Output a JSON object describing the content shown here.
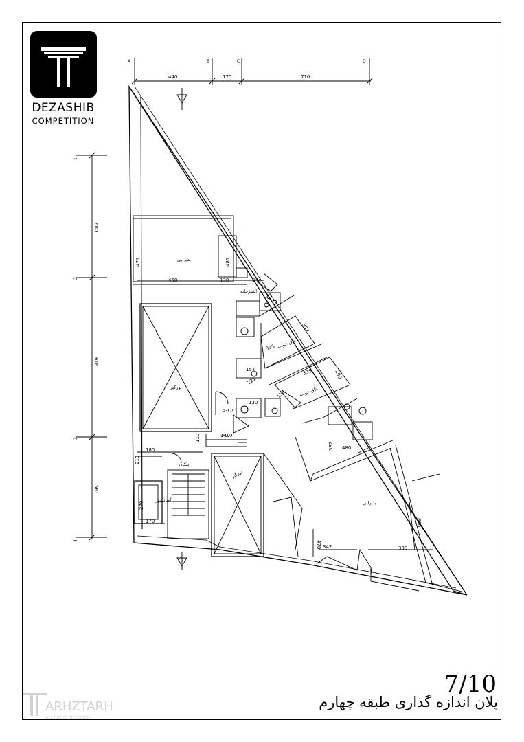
{
  "brand": {
    "name": "DEZASHIB",
    "subtitle": "COMPETITION"
  },
  "watermark": {
    "name": "ARHZTARH",
    "tagline": "ALL RIGHT RESERVED"
  },
  "sheet": {
    "number": "7/10",
    "title": "پلان اندازه گذاری طبقه چهارم"
  },
  "grid": {
    "columns": [
      "A",
      "B",
      "C",
      "D"
    ],
    "rows": [
      "1",
      "2",
      "3",
      "4"
    ]
  },
  "dimensions": {
    "top": [
      "440",
      "170",
      "710"
    ],
    "left": [
      "680",
      "616",
      "561"
    ],
    "interior": [
      "471",
      "481",
      "450",
      "130",
      "244",
      "357",
      "335",
      "157",
      "221",
      "335",
      "290",
      "130",
      "150",
      "110",
      "140",
      "180",
      "210",
      "270",
      "170",
      "332",
      "480",
      "478",
      "342",
      "399",
      "860"
    ]
  },
  "rooms": {
    "living_top": "پذیرایی",
    "kitchen": "آشپزخانه",
    "bedroom_1": "اتاق خواب",
    "bedroom_2": "اتاق خواب",
    "lightwell_1": "نورگیر",
    "lightwell_2": "نورگیر",
    "entrance_1": "ورودی",
    "entrance_2": "ورودی",
    "stairs": "پلکان",
    "elevator": "آسانسور",
    "living_bottom": "پذیرایی"
  },
  "colors": {
    "ink": "#000000",
    "paper": "#ffffff",
    "watermark": "#9a9a9a"
  }
}
